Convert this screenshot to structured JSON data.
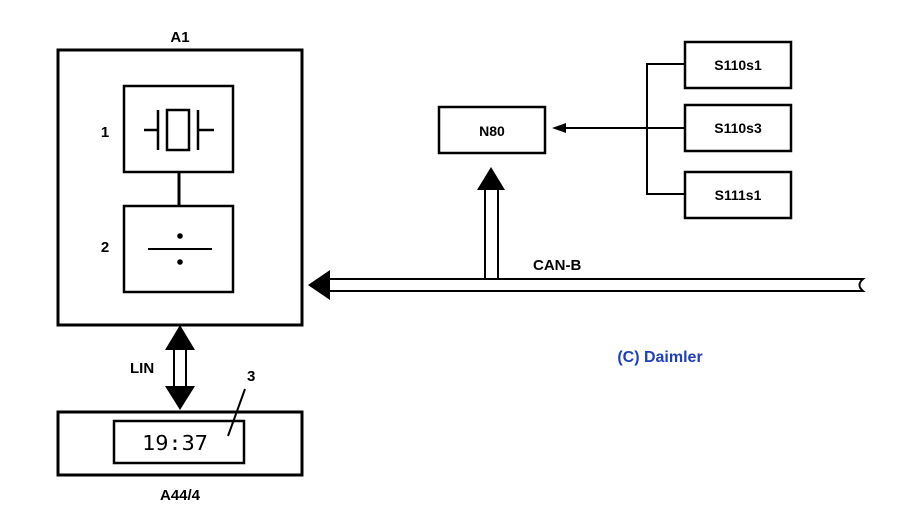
{
  "modules": {
    "a1": {
      "label": "A1"
    },
    "oscillator": {
      "label": "1"
    },
    "divider": {
      "label": "2"
    },
    "n80": {
      "label": "N80"
    },
    "a44": {
      "label": "A44/4"
    },
    "display_callout": {
      "label": "3"
    },
    "display": {
      "time": "19:37"
    }
  },
  "switches": [
    {
      "label": "S110s1"
    },
    {
      "label": "S110s3"
    },
    {
      "label": "S111s1"
    }
  ],
  "buses": {
    "can": {
      "label": "CAN-B"
    },
    "lin": {
      "label": "LIN"
    }
  },
  "copyright": {
    "text": "(C) Daimler",
    "color": "#1f3fbf"
  }
}
